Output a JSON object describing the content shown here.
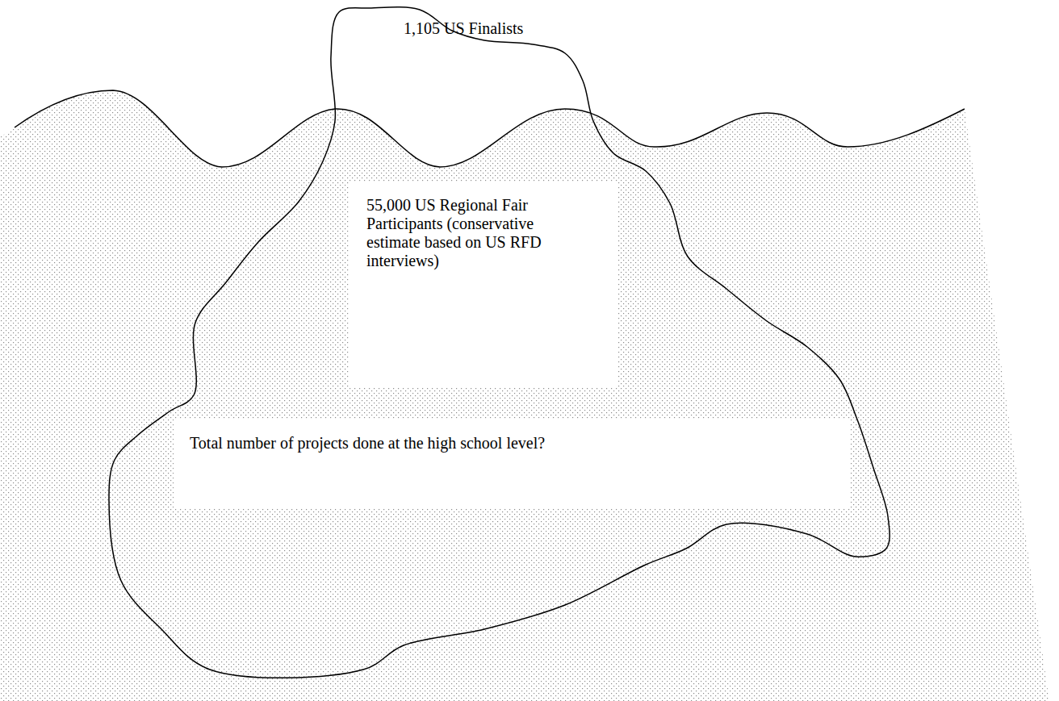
{
  "diagram": {
    "nodes": [
      {
        "text": [
          "1,105 US Finalists"
        ]
      },
      {
        "text": [
          "55,000 US Regional Fair Participants (conservative estimate based on US RFD interviews)"
        ],
        "in": 0
      },
      {
        "text": [
          "Total number of projects done at the high school level?"
        ],
        "in": 0
      }
    ],
    "edges": []
  }
}
